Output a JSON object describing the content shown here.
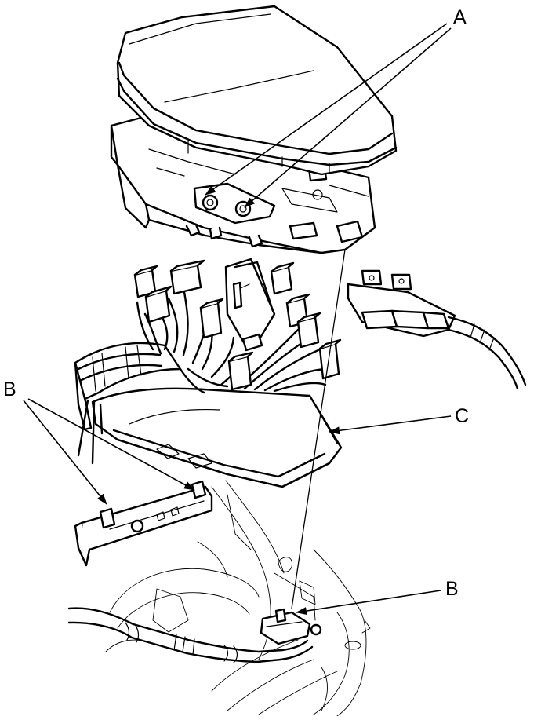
{
  "diagram": {
    "callouts": {
      "a": "A",
      "b_left": "B",
      "b_right": "B",
      "c": "C"
    },
    "colors": {
      "line": "#000000",
      "background": "#ffffff"
    }
  }
}
